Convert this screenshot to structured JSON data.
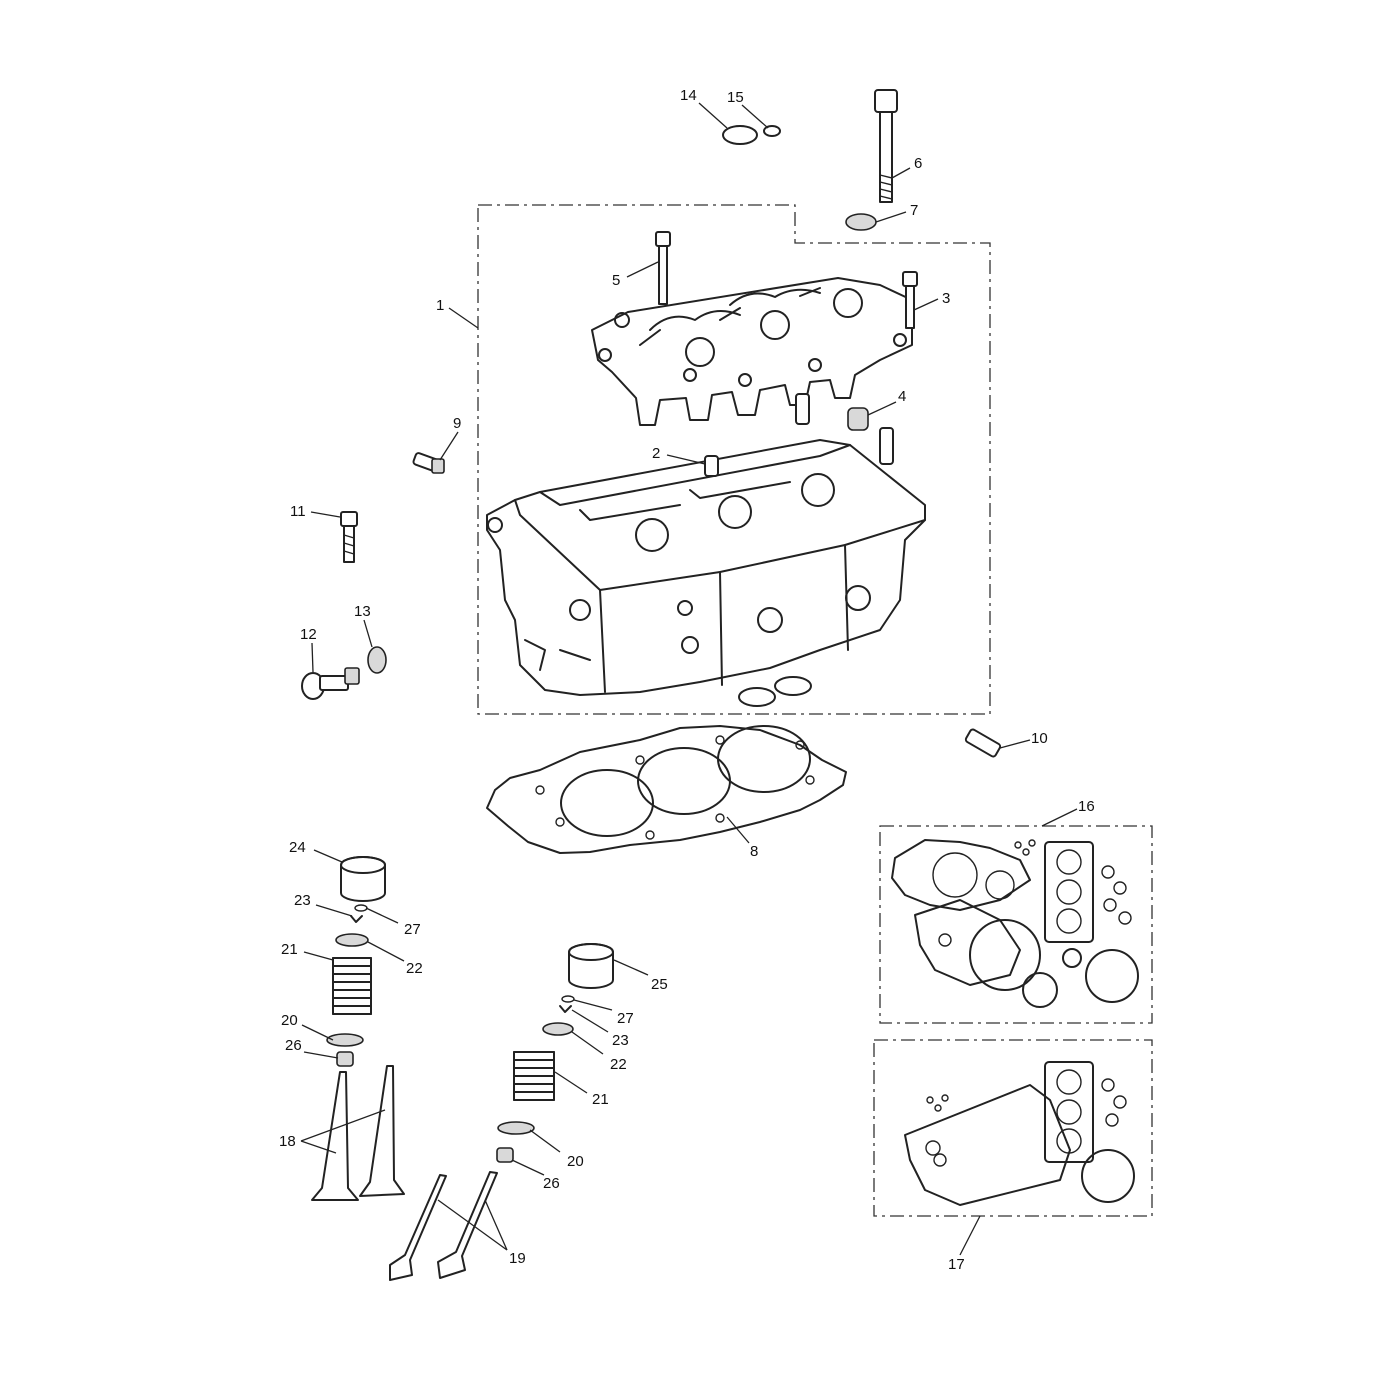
{
  "callouts": {
    "c1": "1",
    "c2": "2",
    "c3": "3",
    "c4": "4",
    "c5": "5",
    "c6": "6",
    "c7": "7",
    "c8": "8",
    "c9": "9",
    "c10": "10",
    "c11": "11",
    "c12": "12",
    "c13": "13",
    "c14": "14",
    "c15": "15",
    "c16": "16",
    "c17": "17",
    "c18": "18",
    "c19": "19",
    "c20a": "20",
    "c20b": "20",
    "c21a": "21",
    "c21b": "21",
    "c22a": "22",
    "c22b": "22",
    "c23a": "23",
    "c23b": "23",
    "c24": "24",
    "c25": "25",
    "c26a": "26",
    "c26b": "26",
    "c27a": "27",
    "c27b": "27"
  },
  "colors": {
    "line": "#222222",
    "background": "#ffffff"
  }
}
